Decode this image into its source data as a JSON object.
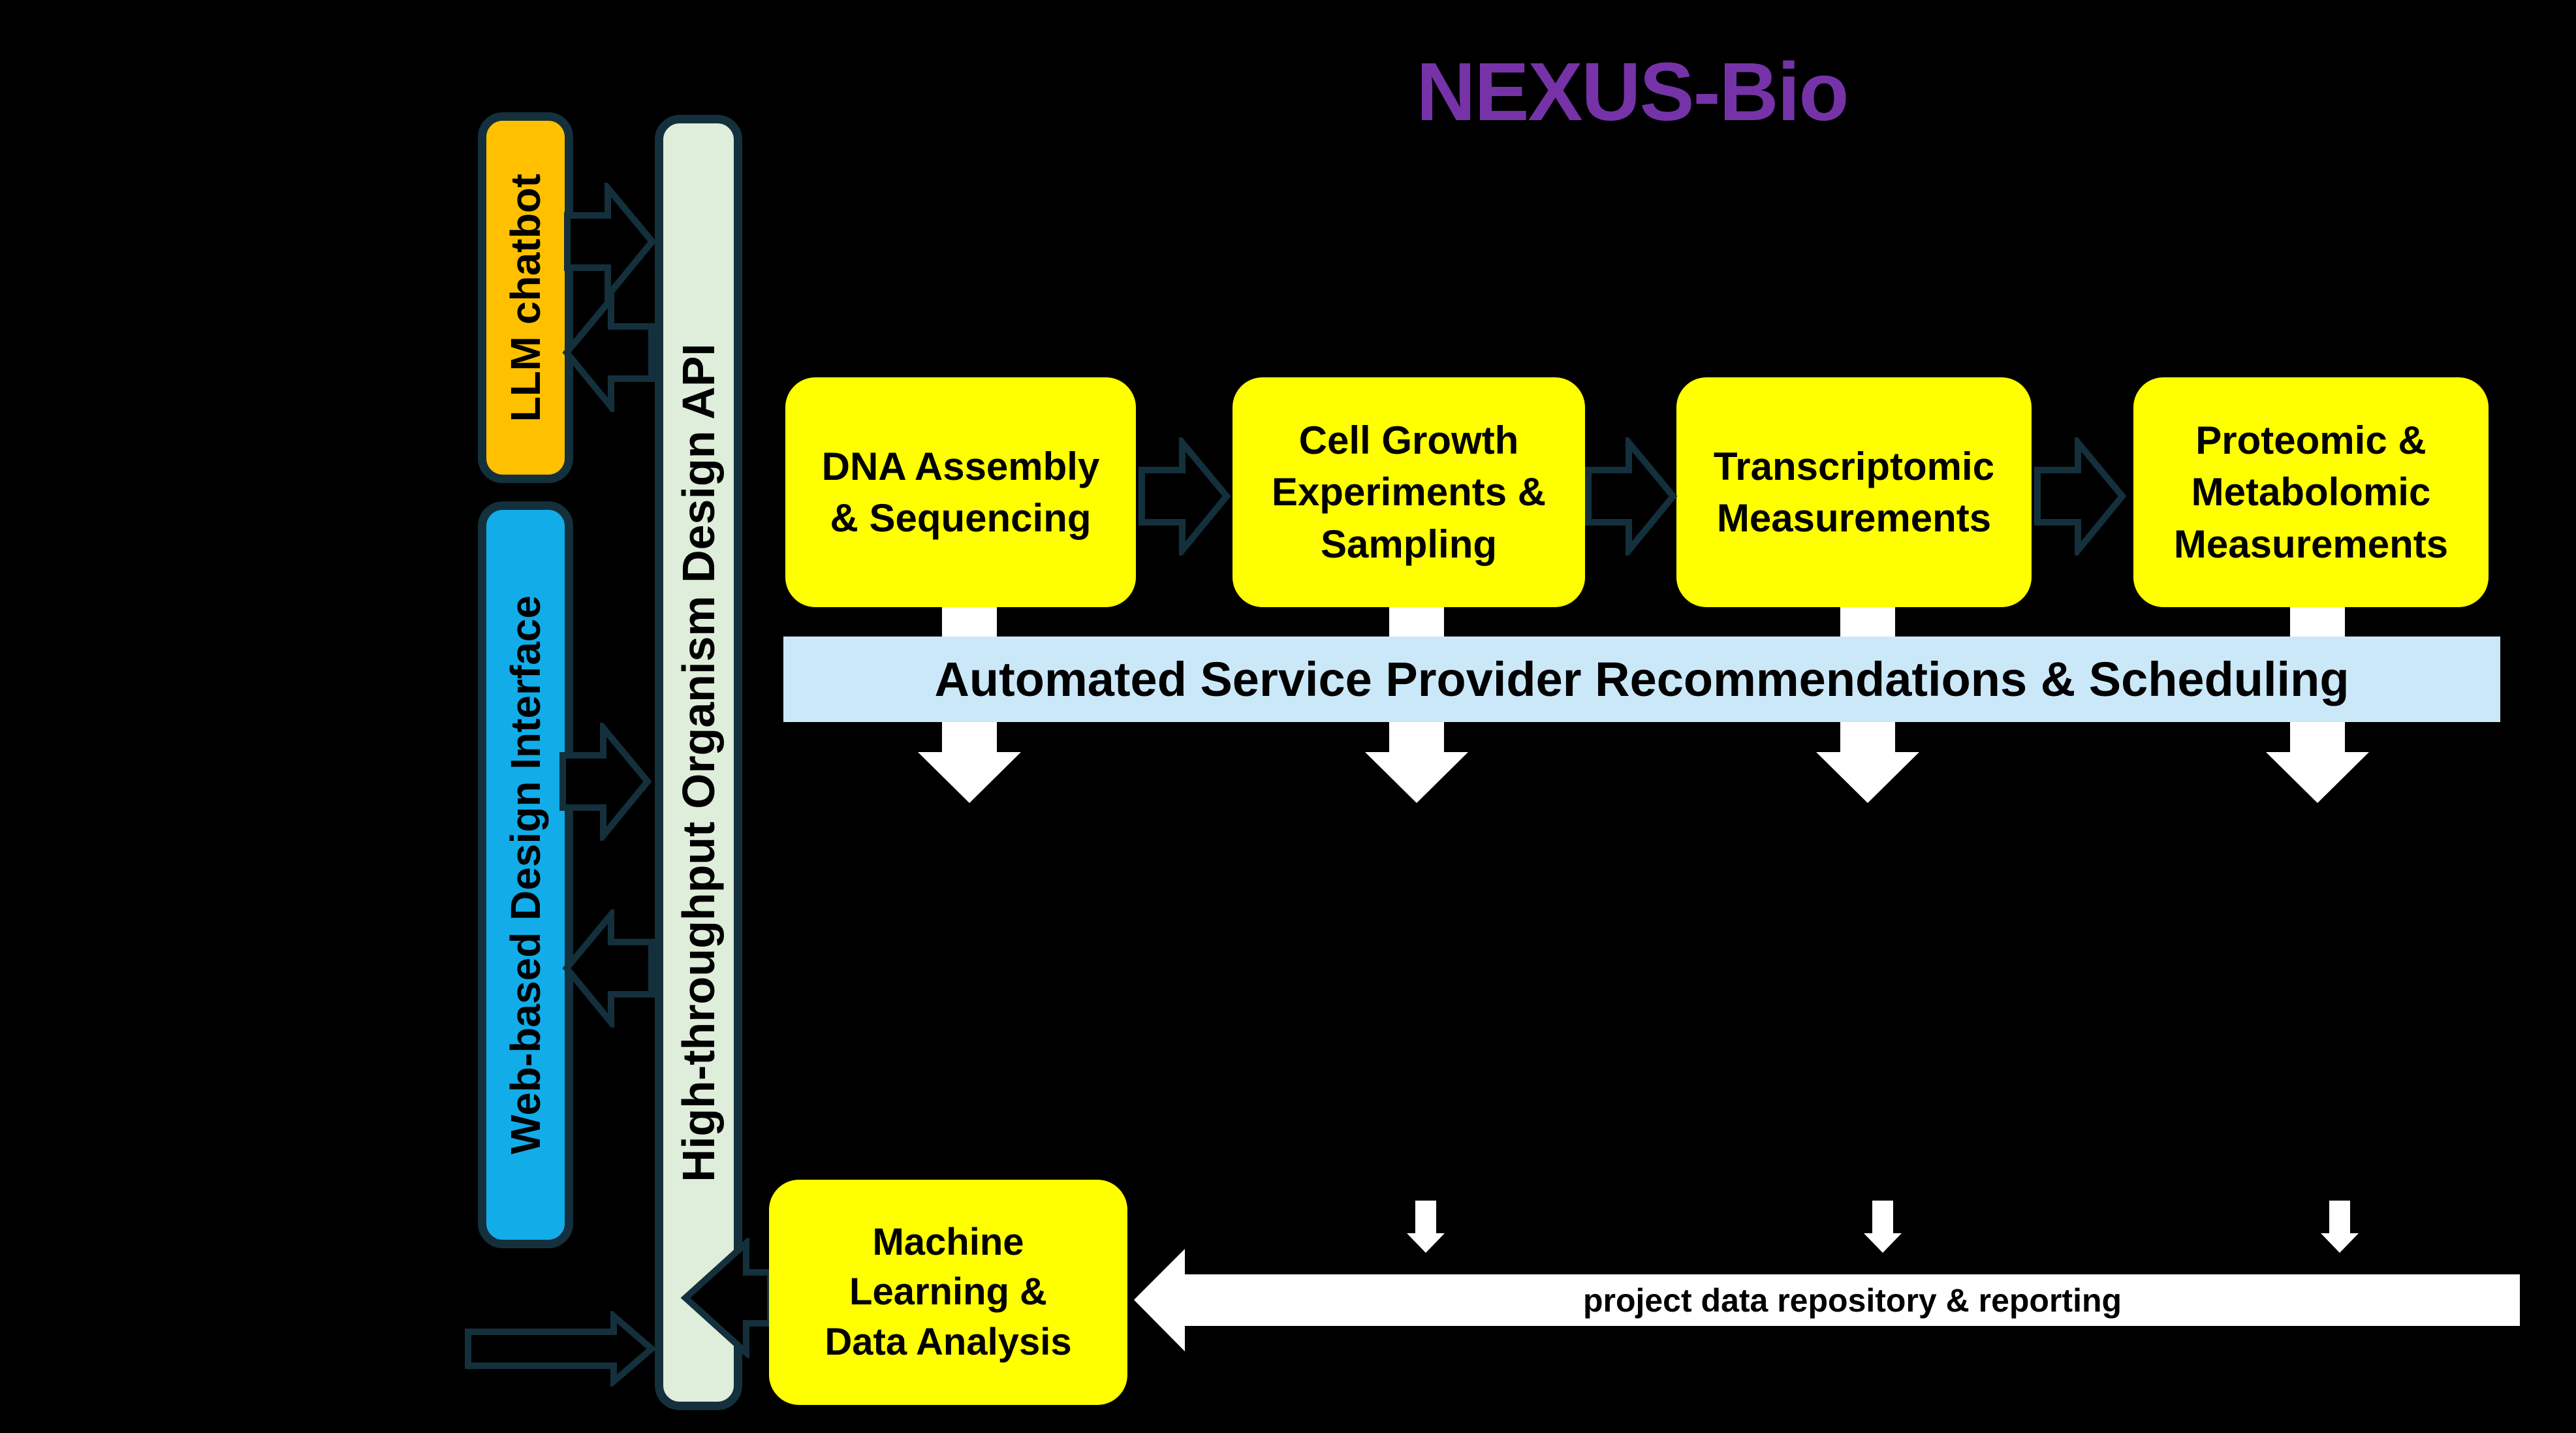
{
  "title": "NEXUS-Bio",
  "left_panel": {
    "llm_chatbot_label": "LLM chatbot",
    "web_interface_label": "Web-based Design Interface",
    "api_bar_label": "High-throughput Organism Design API"
  },
  "pipeline": {
    "steps": [
      {
        "label": "DNA Assembly\n& Sequencing"
      },
      {
        "label": "Cell Growth\nExperiments &\nSampling"
      },
      {
        "label": "Transcriptomic\nMeasurements"
      },
      {
        "label": "Proteomic &\nMetabolomic\nMeasurements"
      }
    ],
    "banner_label": "Automated Service Provider Recommendations & Scheduling"
  },
  "bottom": {
    "ml_box_label": "Machine\nLearning &\nData Analysis",
    "repository_arrow_label": "project data repository & reporting"
  },
  "connections": [
    {
      "from": "LLM chatbot",
      "to": "High-throughput Organism Design API",
      "type": "bidirectional"
    },
    {
      "from": "Web-based Design Interface",
      "to": "High-throughput Organism Design API",
      "type": "bidirectional"
    },
    {
      "from": "external input",
      "to": "High-throughput Organism Design API",
      "type": "right-arrow"
    },
    {
      "from": "DNA Assembly & Sequencing",
      "to": "Cell Growth Experiments & Sampling",
      "type": "right-arrow"
    },
    {
      "from": "Cell Growth Experiments & Sampling",
      "to": "Transcriptomic Measurements",
      "type": "right-arrow"
    },
    {
      "from": "Transcriptomic Measurements",
      "to": "Proteomic & Metabolomic Measurements",
      "type": "right-arrow"
    },
    {
      "from": "pipeline steps",
      "to": "down through scheduling banner",
      "type": "white-down-arrows"
    },
    {
      "from": "measurement data",
      "to": "project data repository & reporting",
      "type": "white-down-arrows"
    },
    {
      "from": "project data repository & reporting",
      "to": "Machine Learning & Data Analysis",
      "type": "white-left-arrow"
    },
    {
      "from": "Machine Learning & Data Analysis",
      "to": "High-throughput Organism Design API",
      "type": "black-left-arrow"
    }
  ],
  "colors": {
    "background": "#000000",
    "title_purple": "#7633A8",
    "llm_orange": "#FFC000",
    "web_blue": "#12ACE8",
    "api_green": "#DFEEDA",
    "banner_blue": "#CBE8F8",
    "process_yellow": "#FFFF00",
    "arrow_outline_dark": "#14303C",
    "arrow_white": "#FFFFFF",
    "text_black": "#000000"
  }
}
